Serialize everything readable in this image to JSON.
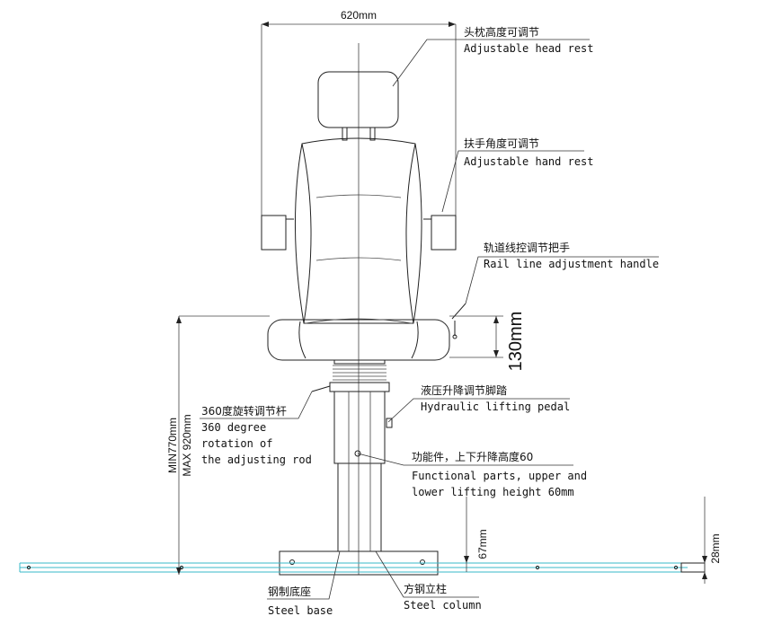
{
  "dimensions": {
    "width_top": "620mm",
    "seat_height": "130mm",
    "height_min": "MIN770mm",
    "height_max": "MAX 920mm",
    "rail_height": "67mm",
    "rail_depth": "28mm"
  },
  "labels": {
    "head_rest_cn": "头枕高度可调节",
    "head_rest_en": "Adjustable head rest",
    "hand_rest_cn": "扶手角度可调节",
    "hand_rest_en": "Adjustable hand rest",
    "rail_handle_cn": "轨道线控调节把手",
    "rail_handle_en": "Rail line adjustment handle",
    "rotation_cn": "360度旋转调节杆",
    "rotation_en_1": "360 degree",
    "rotation_en_2": "rotation of",
    "rotation_en_3": "the adjusting rod",
    "pedal_cn": "液压升降调节脚踏",
    "pedal_en": "Hydraulic lifting pedal",
    "functional_cn": "功能件，上下升降高度60",
    "functional_en_1": "Functional parts, upper and",
    "functional_en_2": "lower lifting height 60mm",
    "steel_base_cn": "钢制底座",
    "steel_base_en": "Steel base",
    "steel_column_cn": "方钢立柱",
    "steel_column_en": "Steel column"
  }
}
